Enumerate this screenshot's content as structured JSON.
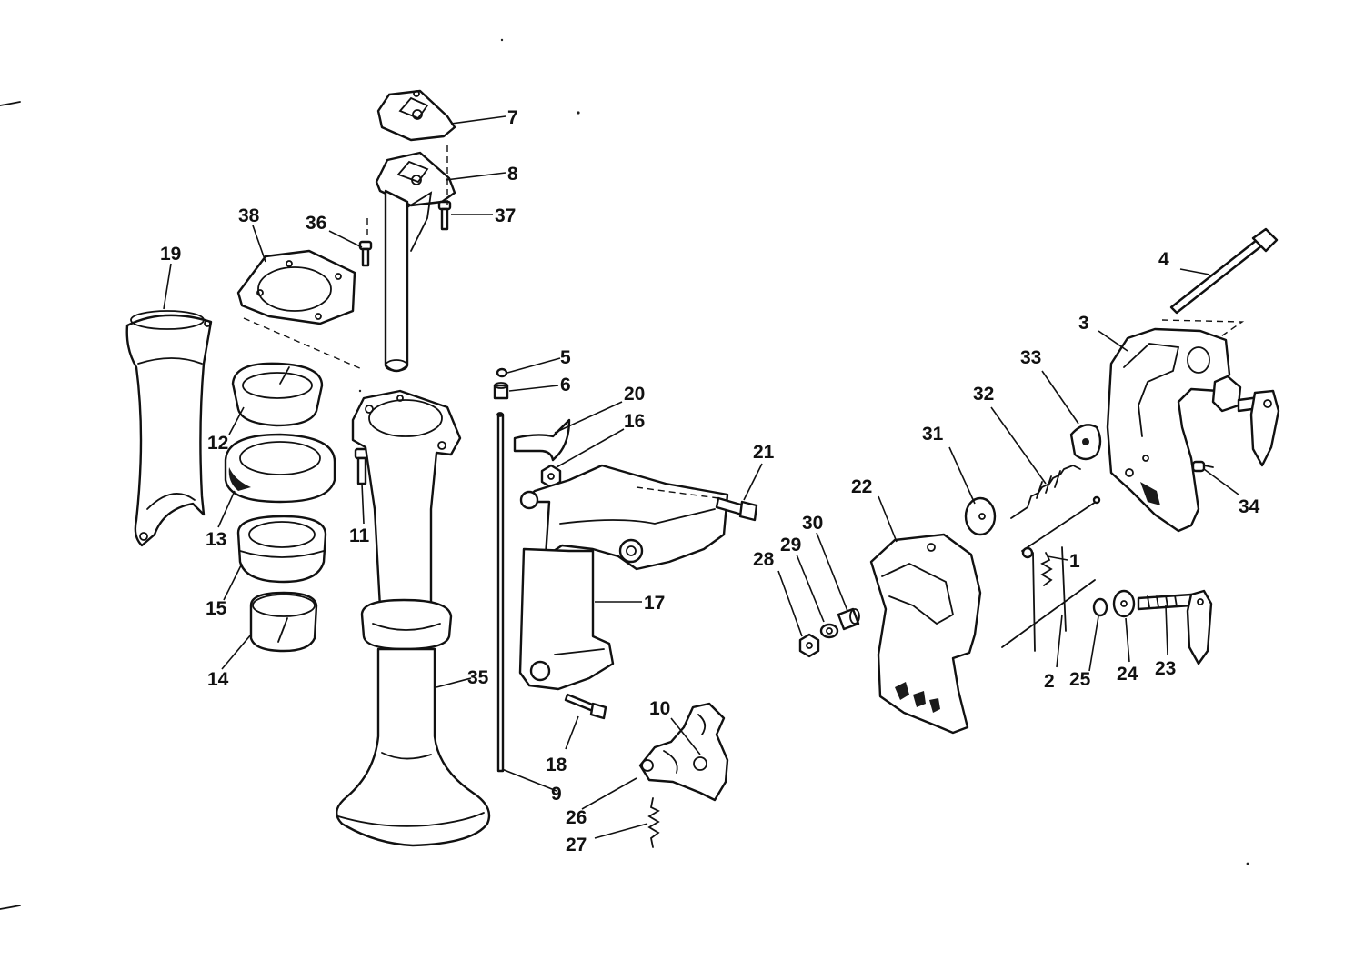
{
  "callouts": [
    {
      "n": "1"
    },
    {
      "n": "2"
    },
    {
      "n": "3"
    },
    {
      "n": "4"
    },
    {
      "n": "5"
    },
    {
      "n": "6"
    },
    {
      "n": "7"
    },
    {
      "n": "8"
    },
    {
      "n": "9"
    },
    {
      "n": "10"
    },
    {
      "n": "11"
    },
    {
      "n": "12"
    },
    {
      "n": "13"
    },
    {
      "n": "14"
    },
    {
      "n": "15"
    },
    {
      "n": "16"
    },
    {
      "n": "17"
    },
    {
      "n": "18"
    },
    {
      "n": "19"
    },
    {
      "n": "20"
    },
    {
      "n": "21"
    },
    {
      "n": "22"
    },
    {
      "n": "23"
    },
    {
      "n": "24"
    },
    {
      "n": "25"
    },
    {
      "n": "26"
    },
    {
      "n": "27"
    },
    {
      "n": "28"
    },
    {
      "n": "29"
    },
    {
      "n": "30"
    },
    {
      "n": "31"
    },
    {
      "n": "32"
    },
    {
      "n": "33"
    },
    {
      "n": "34"
    },
    {
      "n": "35"
    },
    {
      "n": "36"
    },
    {
      "n": "37"
    },
    {
      "n": "38"
    }
  ],
  "colors": {
    "line": "#111111",
    "background": "#ffffff"
  }
}
